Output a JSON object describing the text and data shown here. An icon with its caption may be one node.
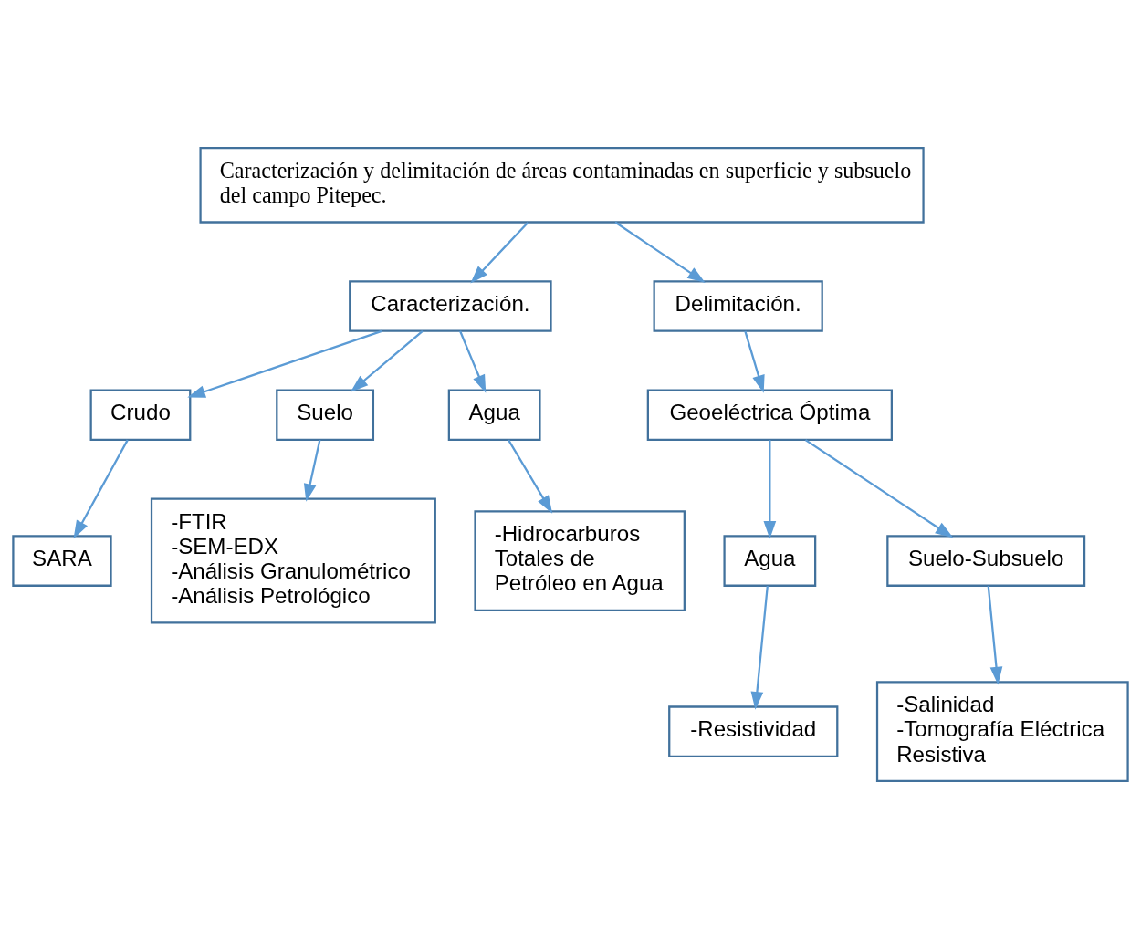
{
  "diagram": {
    "nodes": [
      {
        "text": [
          "Caracterización y delimitación de áreas contaminadas en superficie y subsuelo del campo Pitepec."
        ]
      },
      {
        "text": [
          "Caracterización."
        ]
      },
      {
        "text": [
          "Delimitación."
        ]
      },
      {
        "text": [
          "Crudo"
        ]
      },
      {
        "text": [
          "Suelo"
        ]
      },
      {
        "text": [
          "Agua"
        ]
      },
      {
        "text": [
          "SARA"
        ]
      },
      {
        "text": [
          "-FTIR",
          "-SEM-EDX",
          "-Análisis Granulométrico",
          "-Análisis Petrológico"
        ]
      },
      {
        "text": [
          "-Hidrocarburos Totales de Petróleo en Agua"
        ]
      },
      {
        "text": [
          "Geoeléctrica Óptima"
        ]
      },
      {
        "text": [
          "Agua"
        ]
      },
      {
        "text": [
          "Suelo-Subsuelo"
        ]
      },
      {
        "text": [
          "-Resistividad"
        ]
      },
      {
        "text": [
          "-Salinidad",
          "-Tomografía Eléctrica Resistiva"
        ]
      }
    ],
    "edges": [
      {
        "from": 0,
        "to": 1,
        "arrow": "to"
      },
      {
        "from": 0,
        "to": 2,
        "arrow": "to"
      },
      {
        "from": 1,
        "to": 3,
        "arrow": "to"
      },
      {
        "from": 1,
        "to": 4,
        "arrow": "to"
      },
      {
        "from": 1,
        "to": 5,
        "arrow": "to"
      },
      {
        "from": 3,
        "to": 6,
        "arrow": "to"
      },
      {
        "from": 4,
        "to": 7,
        "arrow": "to"
      },
      {
        "from": 5,
        "to": 8,
        "arrow": "to"
      },
      {
        "from": 2,
        "to": 9,
        "arrow": "to"
      },
      {
        "from": 9,
        "to": 10,
        "arrow": "to"
      },
      {
        "from": 9,
        "to": 11,
        "arrow": "to"
      },
      {
        "from": 10,
        "to": 12,
        "arrow": "to"
      },
      {
        "from": 11,
        "to": 13,
        "arrow": "to"
      }
    ]
  }
}
